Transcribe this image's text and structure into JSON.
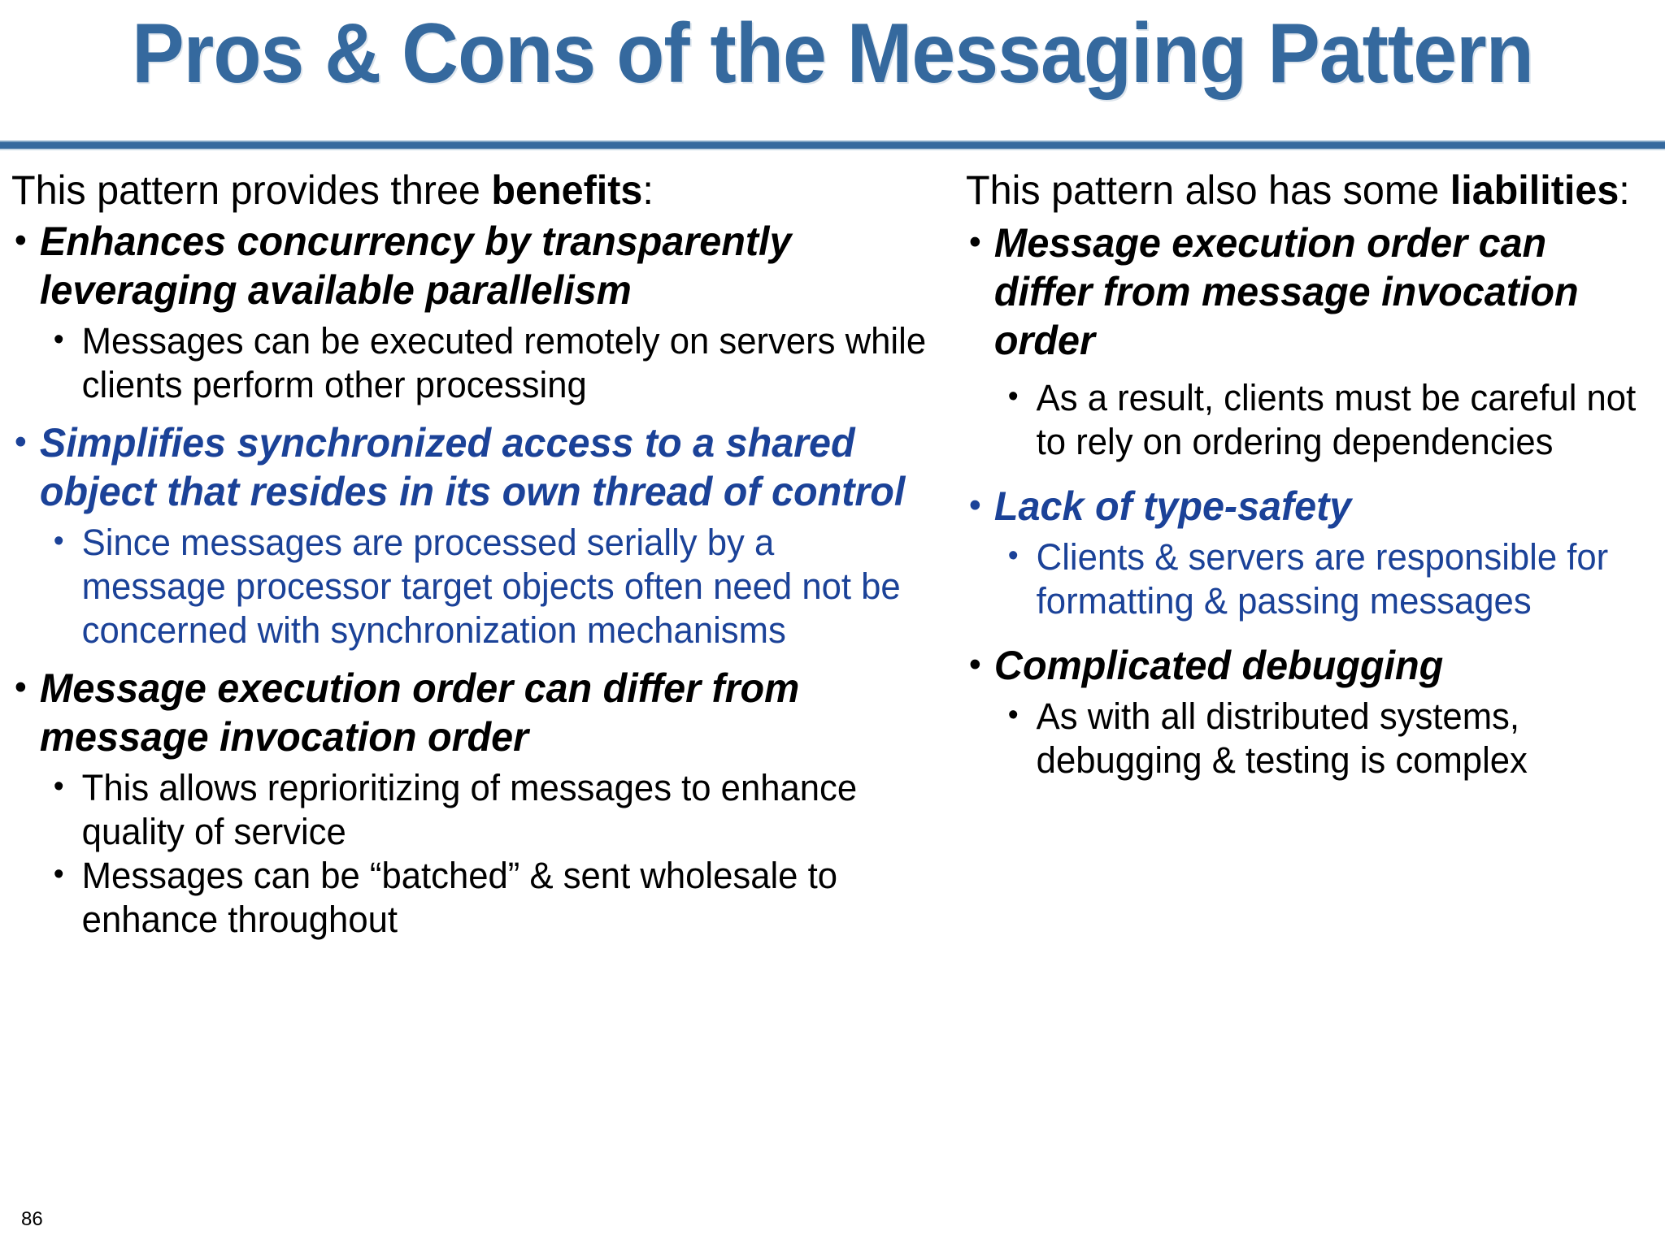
{
  "slide": {
    "title": "Pros & Cons of the Messaging Pattern",
    "page_number": "86",
    "accent_color": "#35699E",
    "body_blue": "#1B4298",
    "body_black": "#000000"
  },
  "left_column": {
    "lead_prefix": "This pattern provides three ",
    "lead_bold": "benefits",
    "lead_suffix": ":",
    "items": [
      {
        "level": 1,
        "color": "black",
        "text": "Enhances concurrency by transparently leveraging available parallelism"
      },
      {
        "level": 2,
        "color": "black",
        "text": "Messages can be executed remotely on servers while clients perform other processing"
      },
      {
        "level": 1,
        "color": "blue",
        "text": "Simplifies synchronized access to a shared object that resides in its own thread of control"
      },
      {
        "level": 2,
        "color": "blue",
        "text": "Since messages are processed serially by a message processor target objects often need not be concerned with synchronization mechanisms"
      },
      {
        "level": 1,
        "color": "black",
        "text": "Message execution order can differ from message invocation order"
      },
      {
        "level": 2,
        "color": "black",
        "text": "This allows reprioritizing of messages to enhance quality of service"
      },
      {
        "level": 2,
        "color": "black",
        "text": "Messages can be “batched” & sent wholesale to enhance throughout"
      }
    ]
  },
  "right_column": {
    "lead_prefix": "This pattern also has some ",
    "lead_bold": "liabilities",
    "lead_suffix": ":",
    "items": [
      {
        "level": 1,
        "color": "black",
        "text": "Message execution order can differ from message invocation order"
      },
      {
        "level": 2,
        "color": "black",
        "text": "As a result, clients must be careful not to rely on ordering dependencies"
      },
      {
        "level": 1,
        "color": "blue",
        "text": "Lack of type-safety"
      },
      {
        "level": 2,
        "color": "blue",
        "text": "Clients & servers are responsible for formatting & passing messages"
      },
      {
        "level": 1,
        "color": "black",
        "text": "Complicated debugging"
      },
      {
        "level": 2,
        "color": "black",
        "text": "As with all distributed systems, debugging & testing is complex"
      }
    ]
  }
}
